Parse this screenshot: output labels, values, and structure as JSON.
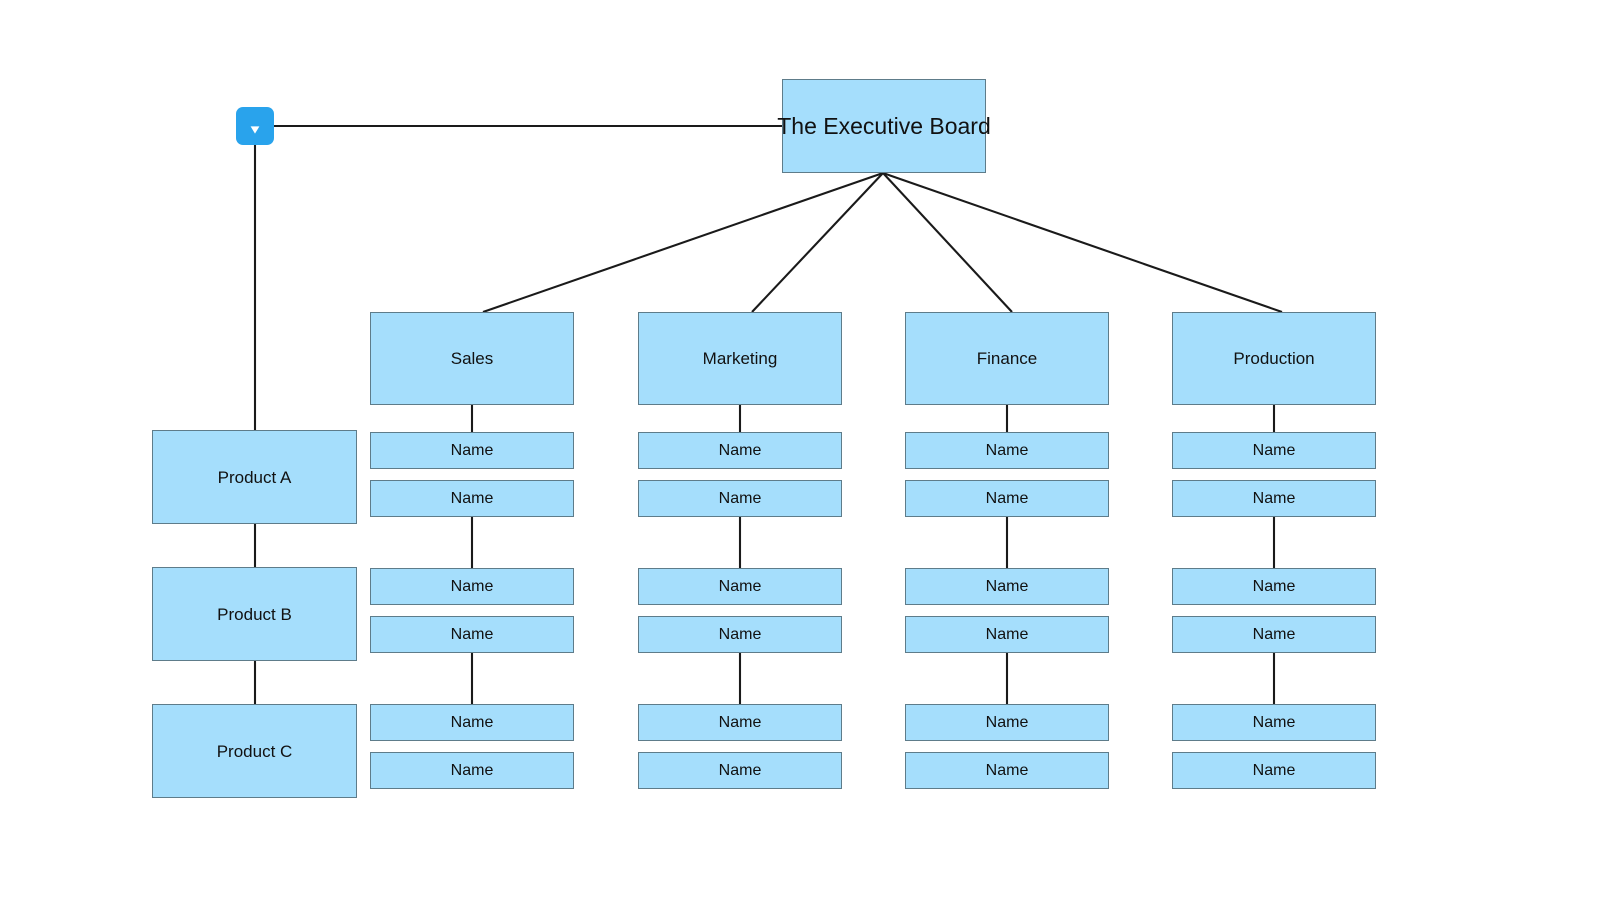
{
  "diagram": {
    "title_node": {
      "label": "The Executive Board"
    },
    "collapse_control": {
      "icon": "arrow-down-icon",
      "label": ""
    },
    "colors": {
      "node_fill": "#A5DEFC",
      "node_border": "#5E7C8A",
      "edge": "#1A1A1A",
      "badge": "#29A3EC",
      "badge_glyph": "#FFFFFF",
      "background": "#FFFFFF",
      "text": "#111111"
    },
    "product_branch": {
      "items": [
        {
          "label": "Product A"
        },
        {
          "label": "Product B"
        },
        {
          "label": "Product C"
        }
      ]
    },
    "departments": [
      {
        "label": "Sales",
        "groups": [
          {
            "members": [
              {
                "label": "Name"
              },
              {
                "label": "Name"
              }
            ]
          },
          {
            "members": [
              {
                "label": "Name"
              },
              {
                "label": "Name"
              }
            ]
          },
          {
            "members": [
              {
                "label": "Name"
              },
              {
                "label": "Name"
              }
            ]
          }
        ]
      },
      {
        "label": "Marketing",
        "groups": [
          {
            "members": [
              {
                "label": "Name"
              },
              {
                "label": "Name"
              }
            ]
          },
          {
            "members": [
              {
                "label": "Name"
              },
              {
                "label": "Name"
              }
            ]
          },
          {
            "members": [
              {
                "label": "Name"
              },
              {
                "label": "Name"
              }
            ]
          }
        ]
      },
      {
        "label": "Finance",
        "groups": [
          {
            "members": [
              {
                "label": "Name"
              },
              {
                "label": "Name"
              }
            ]
          },
          {
            "members": [
              {
                "label": "Name"
              },
              {
                "label": "Name"
              }
            ]
          },
          {
            "members": [
              {
                "label": "Name"
              },
              {
                "label": "Name"
              }
            ]
          }
        ]
      },
      {
        "label": "Production",
        "groups": [
          {
            "members": [
              {
                "label": "Name"
              },
              {
                "label": "Name"
              }
            ]
          },
          {
            "members": [
              {
                "label": "Name"
              },
              {
                "label": "Name"
              }
            ]
          },
          {
            "members": [
              {
                "label": "Name"
              },
              {
                "label": "Name"
              }
            ]
          }
        ]
      }
    ]
  }
}
